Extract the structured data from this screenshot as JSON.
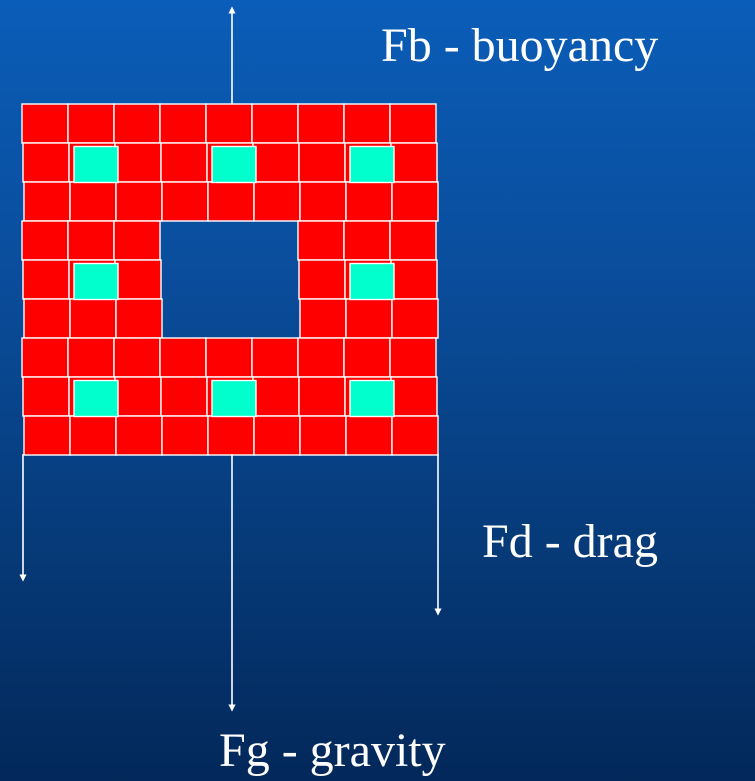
{
  "labels": {
    "buoyancy": "Fb - buoyancy",
    "drag": "Fd - drag",
    "gravity": "Fg - gravity"
  },
  "colors": {
    "background_top": "#0a5db8",
    "background_bottom": "#03285a",
    "cell_fill": "#ff0000",
    "cell_stroke": "#ffffff",
    "inclusion_fill": "#00ffcc",
    "arrow": "#ffffff"
  },
  "structure": {
    "rows": 9,
    "cols": 9,
    "hole": {
      "rows": [
        3,
        5
      ],
      "cols": [
        3,
        5
      ]
    },
    "inclusions": [
      {
        "row": 1,
        "col": 1
      },
      {
        "row": 1,
        "col": 4
      },
      {
        "row": 1,
        "col": 7
      },
      {
        "row": 4,
        "col": 1
      },
      {
        "row": 4,
        "col": 7
      },
      {
        "row": 7,
        "col": 1
      },
      {
        "row": 7,
        "col": 4
      },
      {
        "row": 7,
        "col": 7
      }
    ]
  }
}
